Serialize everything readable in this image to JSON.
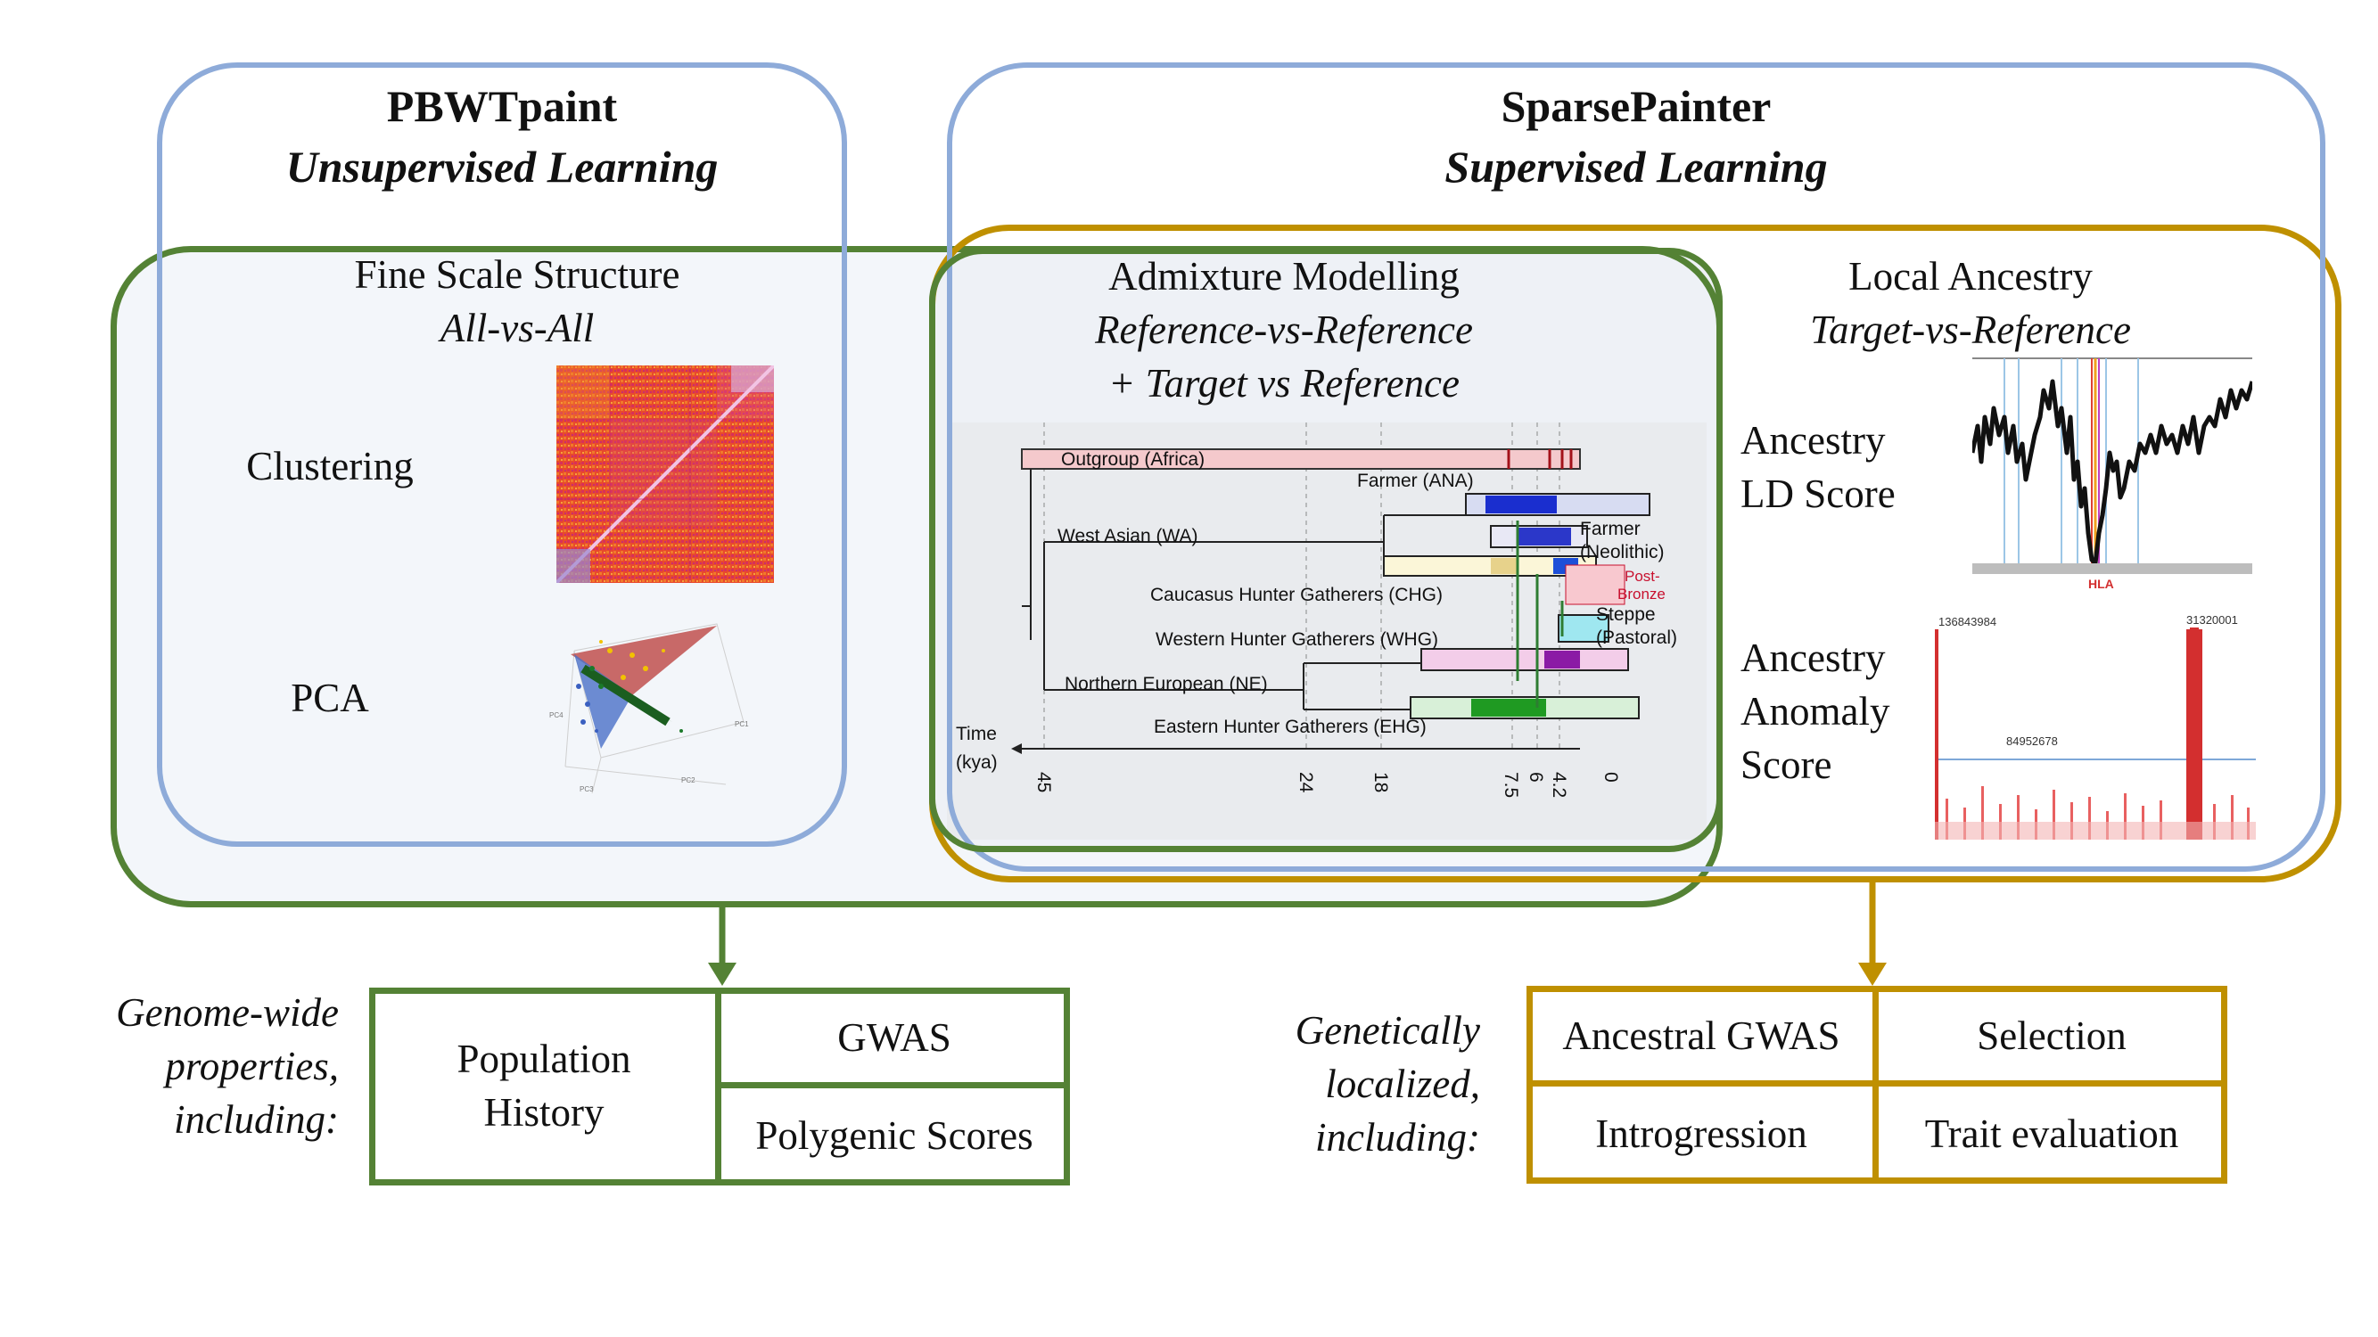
{
  "pbwt": {
    "title": "PBWTpaint",
    "subtitle": "Unsupervised Learning"
  },
  "sparse": {
    "title": "SparsePainter",
    "subtitle": "Supervised Learning"
  },
  "fine_scale": {
    "title": "Fine Scale Structure",
    "subtitle": "All-vs-All",
    "clustering_label": "Clustering",
    "pca_label": "PCA",
    "pca_axes": [
      "PC4",
      "PC3",
      "PC2",
      "PC1"
    ]
  },
  "admixture": {
    "title": "Admixture Modelling",
    "subtitle1": "Reference-vs-Reference",
    "subtitle2": "+ Target vs Reference",
    "tree_labels": {
      "outgroup": "Outgroup (Africa)",
      "farmer_ana": "Farmer (ANA)",
      "west_asian": "West Asian (WA)",
      "farmer_neo_1": "Farmer",
      "farmer_neo_2": "(Neolithic)",
      "chg": "Caucasus Hunter Gatherers (CHG)",
      "post_bronze_1": "Post-",
      "post_bronze_2": "Bronze",
      "steppe_1": "Steppe",
      "steppe_2": "(Pastoral)",
      "whg": "Western Hunter Gatherers (WHG)",
      "ne": "Northern European (NE)",
      "ehg": "Eastern Hunter Gatherers (EHG)",
      "time_1": "Time",
      "time_2": "(kya)"
    },
    "time_ticks": [
      "45",
      "24",
      "18",
      "7.5",
      "6",
      "4.2",
      "0"
    ]
  },
  "local_ancestry": {
    "title": "Local Ancestry",
    "subtitle": "Target-vs-Reference",
    "ld_label_1": "Ancestry",
    "ld_label_2": "LD Score",
    "hla_label": "HLA",
    "anomaly_label_1": "Ancestry",
    "anomaly_label_2": "Anomaly",
    "anomaly_label_3": "Score",
    "anomaly_annotations": [
      "136843984",
      "84952678",
      "31320001"
    ]
  },
  "genome_wide": {
    "caption": [
      "Genome-wide",
      "properties,",
      "including:"
    ],
    "cells": {
      "population_history_1": "Population",
      "population_history_2": "History",
      "gwas": "GWAS",
      "polygenic": "Polygenic Scores"
    }
  },
  "localized": {
    "caption": [
      "Genetically",
      "localized,",
      "including:"
    ],
    "cells": {
      "ancestral_gwas": "Ancestral GWAS",
      "selection": "Selection",
      "introgression": "Introgression",
      "trait": "Trait evaluation"
    }
  },
  "colors": {
    "blue": "#8eabd9",
    "green": "#548235",
    "gold": "#bf9000"
  }
}
